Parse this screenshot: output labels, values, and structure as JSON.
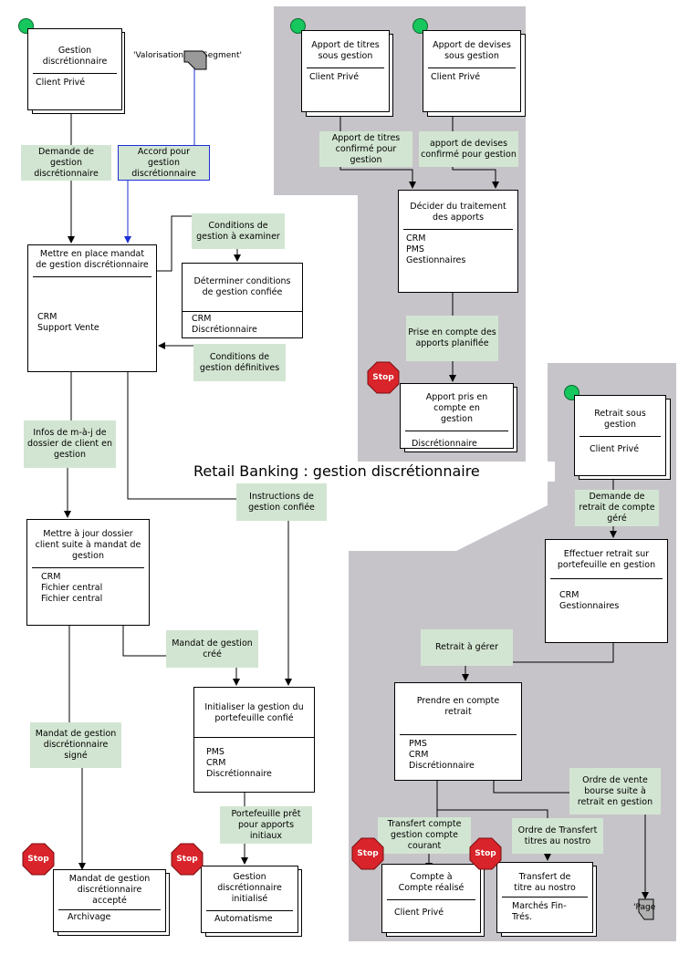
{
  "diagram_title": "Retail Banking : gestion discrétionnaire",
  "external_refs": {
    "top": "'Valorisation Top Segment'",
    "page": "'Page"
  },
  "processes": {
    "gestion_discretionnaire": {
      "title": "Gestion discrétionnaire",
      "lines": [
        "Client Privé"
      ]
    },
    "apport_titres": {
      "title": "Apport de titres sous gestion",
      "lines": [
        "Client Privé"
      ]
    },
    "apport_devises": {
      "title": "Apport de devises sous gestion",
      "lines": [
        "Client Privé"
      ]
    },
    "decider_traitement": {
      "title": "Décider du traitement des apports",
      "lines": [
        "CRM",
        "PMS",
        "Gestionnaires"
      ]
    },
    "mettre_en_place": {
      "title": "Mettre en place mandat de gestion discrétionnaire",
      "lines": [
        "CRM",
        "Support Vente"
      ]
    },
    "determiner_conditions": {
      "title": "Déterminer conditions de gestion confiée",
      "lines": [
        "CRM",
        "Discrétionnaire"
      ]
    },
    "apport_pris": {
      "title": "Apport pris en compte en gestion",
      "lines": [
        "Discrétionnaire"
      ]
    },
    "retrait_sous_gestion": {
      "title": "Retrait sous gestion",
      "lines": [
        "Client Privé"
      ]
    },
    "effectuer_retrait": {
      "title": "Effectuer retrait sur portefeuille en gestion",
      "lines": [
        "CRM",
        "Gestionnaires"
      ]
    },
    "mettre_a_jour": {
      "title": "Mettre à jour dossier client suite à mandat de gestion",
      "lines": [
        "CRM",
        "Fichier central",
        "Fichier central"
      ]
    },
    "initialiser": {
      "title": "Initialiser la gestion du portefeuille confié",
      "lines": [
        "PMS",
        "CRM",
        "Discrétionnaire"
      ]
    },
    "prendre_en_compte": {
      "title": "Prendre en compte retrait",
      "lines": [
        "PMS",
        "CRM",
        "Discrétionnaire"
      ]
    },
    "mandat_accepte": {
      "title": "Mandat de gestion discrétionnaire accepté",
      "lines": [
        "Archivage"
      ]
    },
    "gestion_initialise": {
      "title": "Gestion discrétionnaire initialisé",
      "lines": [
        "Automatisme"
      ]
    },
    "compte_a_compte": {
      "title": "Compte à Compte réalisé",
      "lines": [
        "Client Privé"
      ]
    },
    "transfert_titre": {
      "title": "Transfert de titre au nostro",
      "lines": [
        "Marchés Fin-Trés."
      ]
    }
  },
  "events": {
    "demande_gestion": "Demande de gestion discrétionnaire",
    "accord_gestion": "Accord pour gestion discrétionnaire",
    "apport_titres_confirme": "Apport de titres confirmé pour gestion",
    "apport_devises_confirme": "apport de devises confirmé pour gestion",
    "conditions_examiner": "Conditions de gestion à examiner",
    "conditions_definitives": "Conditions de gestion définitives",
    "prise_en_compte": "Prise en compte des apports planifiée",
    "demande_retrait": "Demande de retrait de compte géré",
    "infos_maj": "Infos de m-à-j de dossier de client en gestion",
    "instructions": "Instructions de gestion confiée",
    "retrait_a_gerer": "Retrait à gérer",
    "mandat_cree": "Mandat de gestion créé",
    "mandat_signe": "Mandat de gestion discrétionnaire signé",
    "portefeuille_pret": "Portefeuille prêt pour apports initiaux",
    "ordre_vente": "Ordre de vente bourse suite à retrait en gestion",
    "transfert_compte": "Transfert compte gestion compte courant",
    "ordre_transfert": "Ordre de Transfert titres au nostro"
  },
  "stop_label": "Stop",
  "colors": {
    "swimlane": "#c6c4c9",
    "event_fill": "#d2e5d2",
    "start_dot": "#16c75e",
    "stop_sign": "#d8242a",
    "blue_link": "#1b2fd6"
  }
}
